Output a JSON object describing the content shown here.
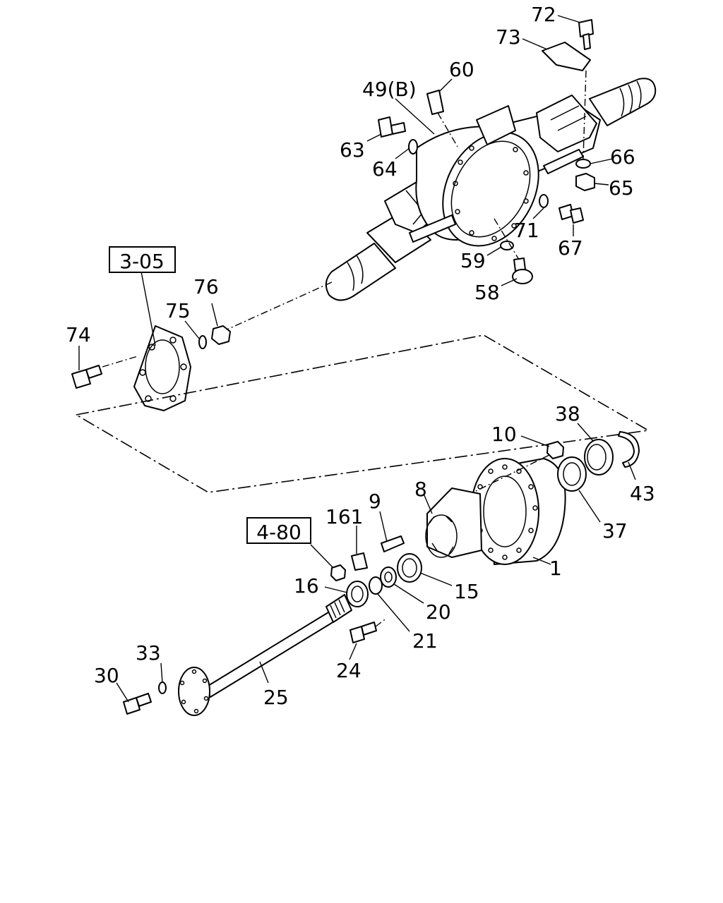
{
  "callouts": {
    "c72": "72",
    "c73": "73",
    "c60": "60",
    "c49b": "49(B)",
    "c63": "63",
    "c64": "64",
    "c66": "66",
    "c65": "65",
    "c71": "71",
    "c67": "67",
    "c59": "59",
    "c58": "58",
    "c76": "76",
    "c75": "75",
    "c74": "74",
    "c38": "38",
    "c10": "10",
    "c43": "43",
    "c37": "37",
    "c8": "8",
    "c9": "9",
    "c161": "161",
    "c16": "16",
    "c15": "15",
    "c20": "20",
    "c21": "21",
    "c1": "1",
    "c24": "24",
    "c33": "33",
    "c30": "30",
    "c25": "25"
  },
  "references": {
    "ref305": "3-05",
    "ref480": "4-80"
  },
  "colors": {
    "ink": "#000000",
    "paper": "#ffffff"
  }
}
